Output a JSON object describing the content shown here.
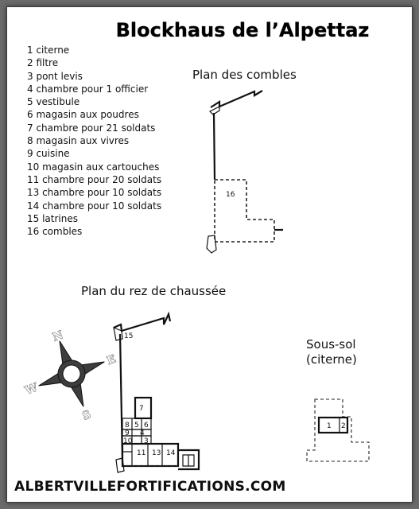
{
  "title": "Blockhaus de l’Alpettaz",
  "legend": [
    "1 citerne",
    "2 filtre",
    "3 pont levis",
    "4 chambre pour 1 officier",
    "5 vestibule",
    "6 magasin aux poudres",
    "7 chambre pour 21 soldats",
    "8 magasin aux vivres",
    "9 cuisine",
    "10 magasin aux cartouches",
    "11 chambre pour 20 soldats",
    "13 chambre pour 10 soldats",
    "14 chambre pour 10 soldats",
    "15 latrines",
    "16 combles"
  ],
  "plans": {
    "combles": {
      "label": "Plan des combles",
      "room_labels": [
        "16"
      ]
    },
    "rez": {
      "label": "Plan du rez de chaussée",
      "room_labels": [
        "15",
        "7",
        "8",
        "5",
        "6",
        "9",
        "4",
        "10",
        "3",
        "11",
        "13",
        "14"
      ]
    },
    "soussol": {
      "label_line1": "Sous-sol",
      "label_line2": "(citerne)",
      "room_labels": [
        "1",
        "2"
      ]
    }
  },
  "compass": {
    "north": "N",
    "south": "S",
    "east": "E",
    "west": "W"
  },
  "footer": "ALBERTVILLEFORTIFICATIONS.COM",
  "colors": {
    "frame": "#6b6b6b",
    "sheet": "#ffffff",
    "ink": "#111111",
    "compass_fill": "#3d3d3d"
  }
}
